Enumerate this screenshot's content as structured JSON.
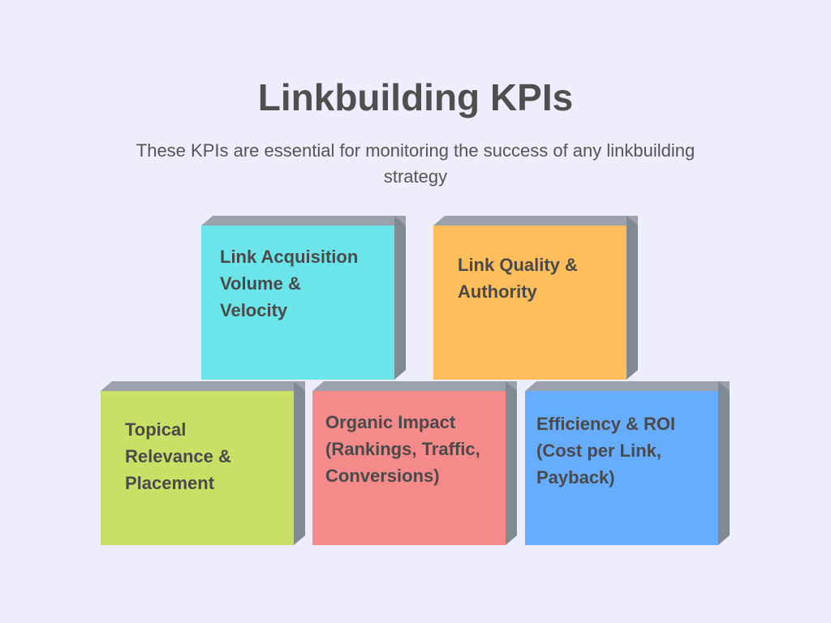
{
  "title": "Linkbuilding KPIs",
  "subtitle": "These KPIs are essential for monitoring the success of any linkbuilding strategy",
  "blocks": [
    {
      "label": "Link Acquisition Volume & Velocity",
      "color": "#6be5e9"
    },
    {
      "label": "Link Quality & Authority",
      "color": "#ffbd5c"
    },
    {
      "label": "Topical Relevance & Placement",
      "color": "#c8e066"
    },
    {
      "label": "Organic Impact (Rankings, Traffic, Conversions)",
      "color": "#f58a8a"
    },
    {
      "label": "Efficiency & ROI (Cost per Link, Payback)",
      "color": "#66adff"
    }
  ]
}
